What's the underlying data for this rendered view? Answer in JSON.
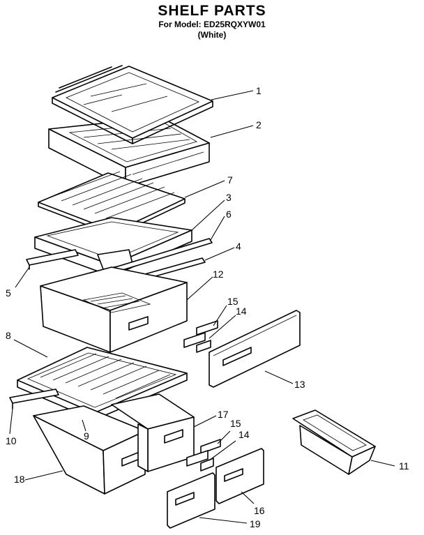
{
  "header": {
    "title": "SHELF PARTS",
    "model_line": "For Model: ED25RQXYW01",
    "variant": "(White)"
  },
  "callouts": {
    "c1": "1",
    "c2": "2",
    "c3": "3",
    "c4": "4",
    "c5": "5",
    "c6": "6",
    "c7": "7",
    "c8": "8",
    "c9": "9",
    "c10": "10",
    "c11": "11",
    "c12": "12",
    "c13": "13",
    "c14a": "14",
    "c14b": "14",
    "c15a": "15",
    "c15b": "15",
    "c16": "16",
    "c17": "17",
    "c18": "18",
    "c19": "19"
  }
}
